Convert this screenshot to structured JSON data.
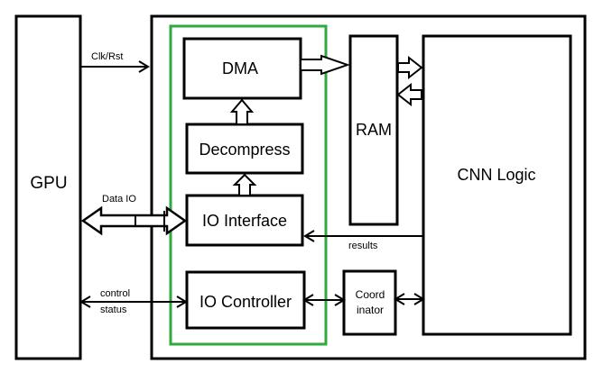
{
  "blocks": {
    "gpu": "GPU",
    "dma": "DMA",
    "decompress": "Decompress",
    "io_interface": "IO Interface",
    "io_controller": "IO Controller",
    "ram": "RAM",
    "cnn_logic": "CNN Logic",
    "coordinator_line1": "Coord",
    "coordinator_line2": "inator"
  },
  "signals": {
    "clk_rst": "Clk/Rst",
    "data_io": "Data IO",
    "control": "control",
    "status": "status",
    "results": "results"
  },
  "colors": {
    "stroke": "#000000",
    "highlight": "#2eaa3e",
    "background": "#ffffff"
  }
}
